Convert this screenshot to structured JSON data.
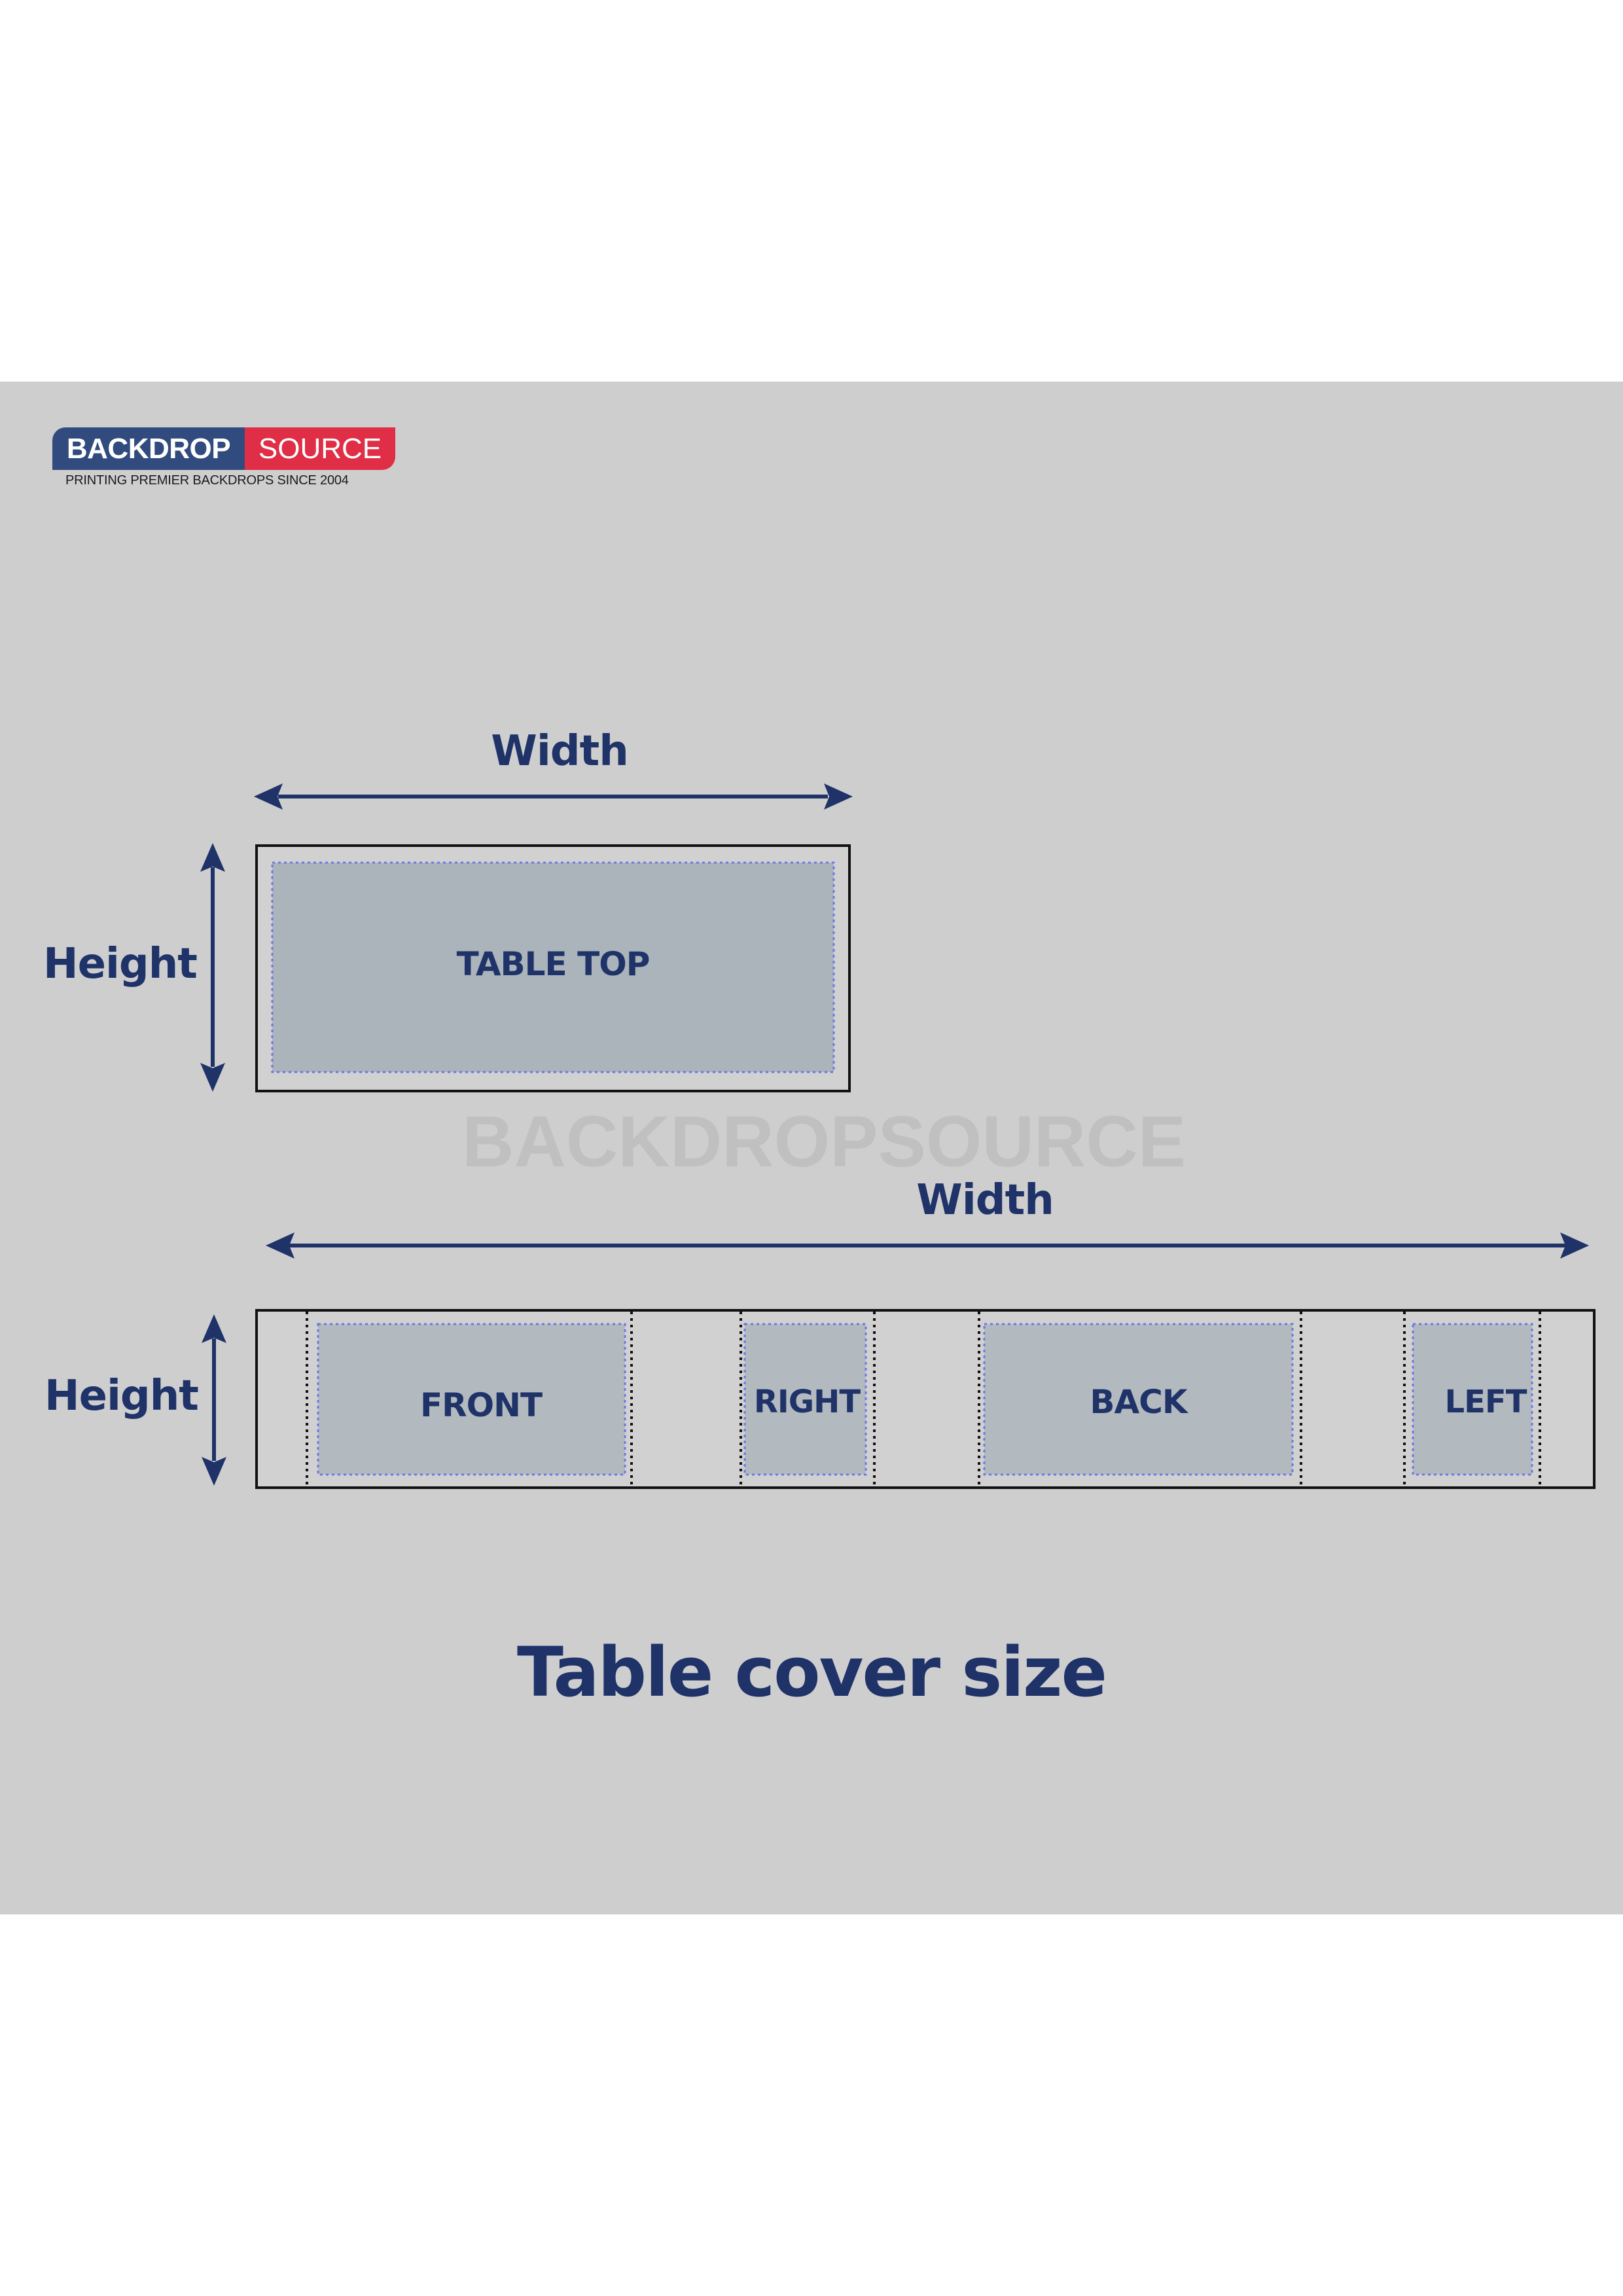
{
  "logo": {
    "brand_left": "BACKDROP",
    "brand_right": "SOURCE",
    "tagline": "PRINTING PREMIER BACKDROPS SINCE 2004",
    "colors": {
      "blue": "#324b7f",
      "red": "#df2e45"
    }
  },
  "watermark": "BACKDROPSOURCE",
  "table_top_diagram": {
    "width_label": "Width",
    "height_label": "Height",
    "panel_label": "TABLE TOP"
  },
  "wrap_diagram": {
    "width_label": "Width",
    "height_label": "Height",
    "panels": [
      {
        "label": "FRONT"
      },
      {
        "label": "RIGHT"
      },
      {
        "label": "BACK"
      },
      {
        "label": "LEFT"
      }
    ]
  },
  "title": "Table cover size",
  "colors": {
    "navy": "#1f3369",
    "background_band": "#cecece",
    "panel_fill": "#abb4ba",
    "bleed_dotted": "#6a78e8",
    "fold_dotted": "#111111"
  }
}
